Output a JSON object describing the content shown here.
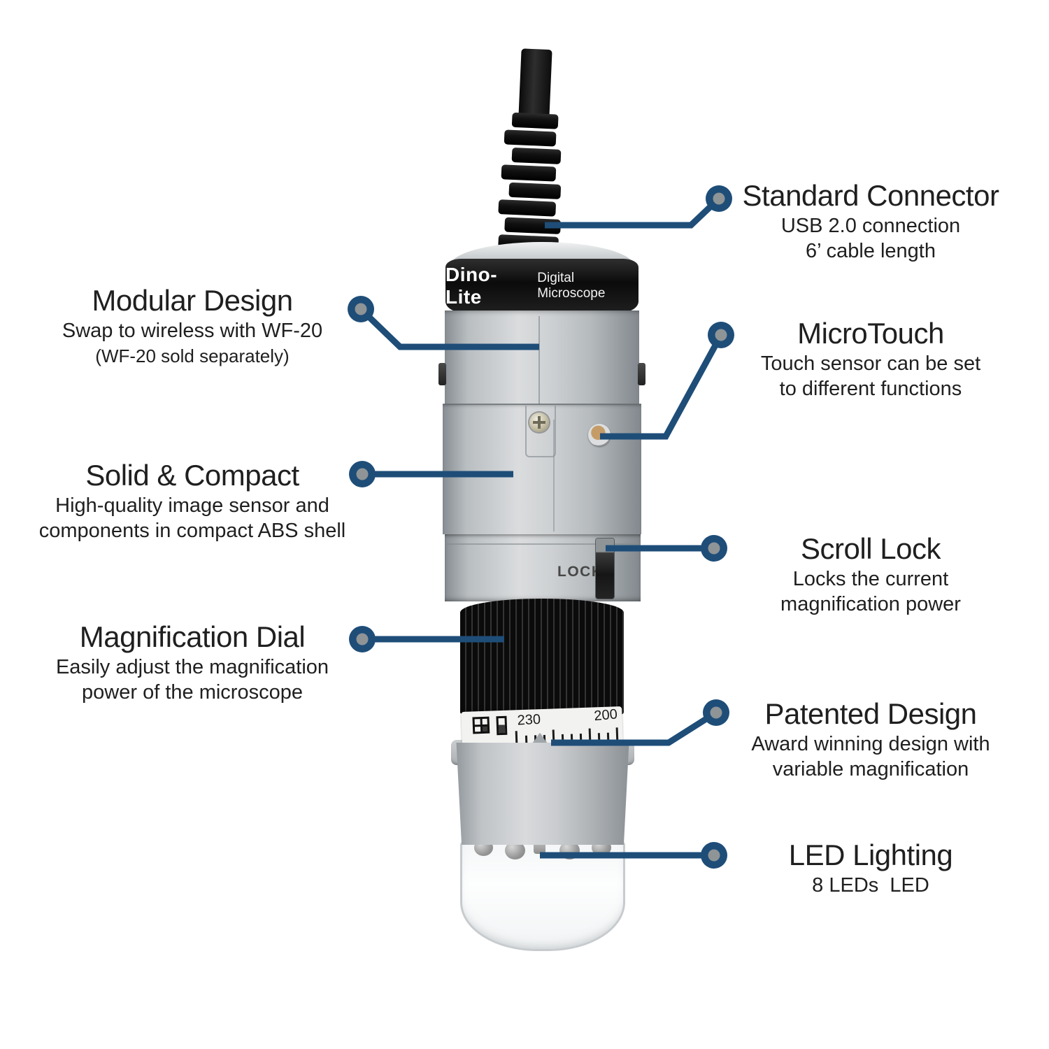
{
  "colors": {
    "accent": "#1e4d78",
    "marker_center": "#8f9496",
    "text": "#1f1f1f"
  },
  "product": {
    "brand": "Dino-Lite",
    "label": "Digital Microscope",
    "lock_label": "LOCK",
    "dial_numbers": [
      "230",
      "200"
    ]
  },
  "callouts": [
    {
      "id": "standard-connector",
      "title": "Standard Connector",
      "lines": [
        "USB 2.0 connection",
        "6’ cable length"
      ]
    },
    {
      "id": "modular-design",
      "title": "Modular Design",
      "lines": [
        "Swap to wireless with WF-20",
        "(WF-20 sold separately)"
      ]
    },
    {
      "id": "microtouch",
      "title": "MicroTouch",
      "lines": [
        "Touch sensor can be set",
        "to different functions"
      ]
    },
    {
      "id": "solid-compact",
      "title": "Solid & Compact",
      "lines": [
        "High-quality image sensor and",
        "components in compact ABS shell"
      ]
    },
    {
      "id": "scroll-lock",
      "title": "Scroll Lock",
      "lines": [
        "Locks the current",
        "magnification power"
      ]
    },
    {
      "id": "magnification-dial",
      "title": "Magnification Dial",
      "lines": [
        "Easily adjust the magnification",
        "power of the microscope"
      ]
    },
    {
      "id": "patented-design",
      "title": "Patented Design",
      "lines": [
        "Award winning design with",
        "variable magnification"
      ]
    },
    {
      "id": "led-lighting",
      "title": "LED Lighting",
      "lines": [
        "8 LEDs  LED"
      ]
    }
  ]
}
